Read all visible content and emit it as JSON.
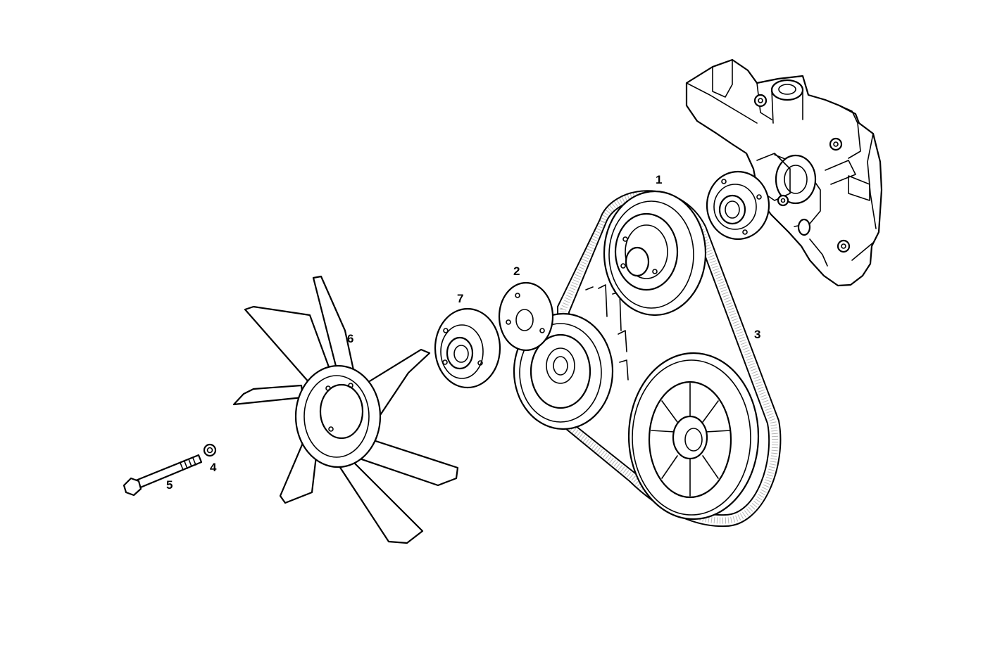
{
  "callouts": {
    "c1": "1",
    "c2": "2",
    "c3": "3",
    "c4": "4",
    "c5": "5",
    "c6": "6",
    "c7": "7"
  },
  "colors": {
    "line": "#000000",
    "background": "#ffffff",
    "belt_stipple": "#777777"
  }
}
